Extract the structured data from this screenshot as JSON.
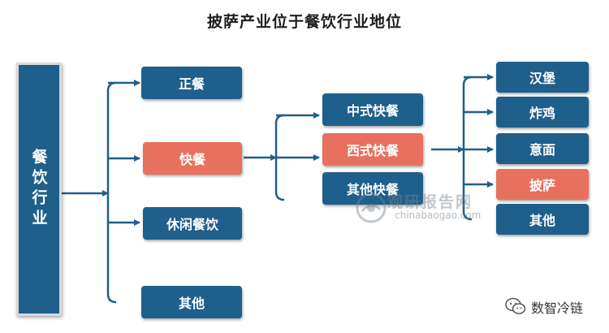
{
  "title": "披萨产业位于餐饮行业地位",
  "root": {
    "label": "餐饮行业"
  },
  "level1": {
    "zhengcan": "正餐",
    "kuaican": "快餐",
    "xiuxian": "休闲餐饮",
    "qita": "其他"
  },
  "level2": {
    "zhongshi": "中式快餐",
    "xishi": "西式快餐",
    "qitakuaican": "其他快餐"
  },
  "level3": {
    "hanbao": "汉堡",
    "zhaji": "炸鸡",
    "yimian": "意面",
    "pisa": "披萨",
    "qita": "其他"
  },
  "watermark": {
    "text": "观研报告网",
    "url": "chinabaogao.com"
  },
  "footer": {
    "text": "数智冷链"
  },
  "colors": {
    "node": "#1f5f8b",
    "highlight": "#e8705f"
  }
}
